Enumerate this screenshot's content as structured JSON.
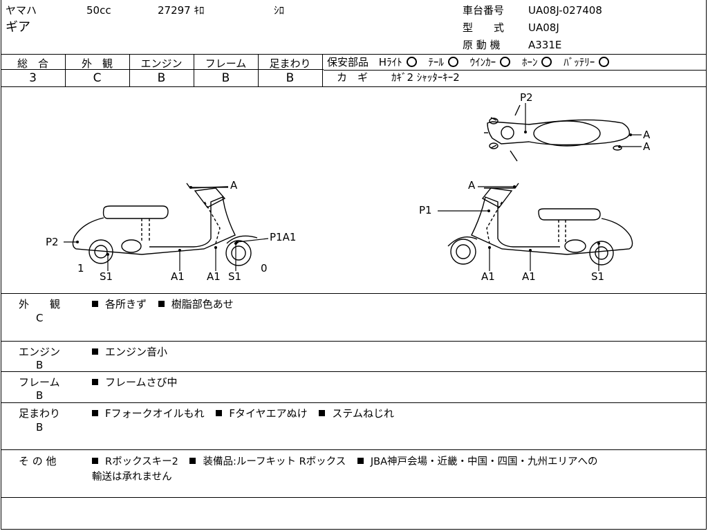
{
  "header": {
    "maker": "ヤマハ",
    "displacement": "50cc",
    "mileage": "27297 ｷﾛ",
    "color": "ｼﾛ",
    "model_name": "ギア",
    "frame_no_label": "車台番号",
    "frame_no": "UA08J-027408",
    "type_label": "型　　式",
    "type": "UA08J",
    "engine_label": "原 動 機",
    "engine": "A331E"
  },
  "grades": [
    {
      "label": "総　合",
      "value": "3"
    },
    {
      "label": "外　観",
      "value": "C"
    },
    {
      "label": "エンジン",
      "value": "B"
    },
    {
      "label": "フレーム",
      "value": "B"
    },
    {
      "label": "足まわり",
      "value": "B"
    }
  ],
  "safety": {
    "label": "保安部品",
    "items": [
      {
        "name": "Hﾗｲﾄ",
        "mark": "O"
      },
      {
        "name": "ﾃｰﾙ",
        "mark": "O"
      },
      {
        "name": "ｳｲﾝｶｰ",
        "mark": "O"
      },
      {
        "name": "ﾎｰﾝ",
        "mark": "O"
      },
      {
        "name": "ﾊﾞｯﾃﾘｰ",
        "mark": "O"
      }
    ],
    "key_label": "カ　ギ",
    "key_value": "ｶｷﾞ2 ｼｬｯﾀｰｷｰ2"
  },
  "diagram_labels": {
    "top_p2": "P2",
    "top_a1": "A",
    "top_a2": "A",
    "left_a": "A",
    "left_p2": "P2",
    "left_p1a1": "P1A1",
    "left_1": "1",
    "left_s1a": "S1",
    "left_a1a": "A1",
    "left_a1b": "A1",
    "left_s1b": "S1",
    "left_0": "0",
    "right_a": "A",
    "right_p1": "P1",
    "right_a1a": "A1",
    "right_a1b": "A1",
    "right_s1": "S1"
  },
  "notes": [
    {
      "title": "外　　観",
      "grade": "C",
      "lines": [
        "各所きず",
        "樹脂部色あせ"
      ]
    },
    {
      "title": "エンジン",
      "grade": "B",
      "lines": [
        "エンジン音小"
      ]
    },
    {
      "title": "フレーム",
      "grade": "B",
      "lines": [
        "フレームさび中"
      ]
    },
    {
      "title": "足まわり",
      "grade": "B",
      "lines": [
        "Fフォークオイルもれ",
        "Fタイヤエアぬけ",
        "ステムねじれ"
      ]
    },
    {
      "title": "そ の 他",
      "grade": "",
      "lines": [
        "Rボックスキー2",
        "装備品:ルーフキット Rボックス",
        "JBA神戸会場・近畿・中国・四国・九州エリアへの"
      ],
      "continuation": "輸送は承れません"
    }
  ]
}
